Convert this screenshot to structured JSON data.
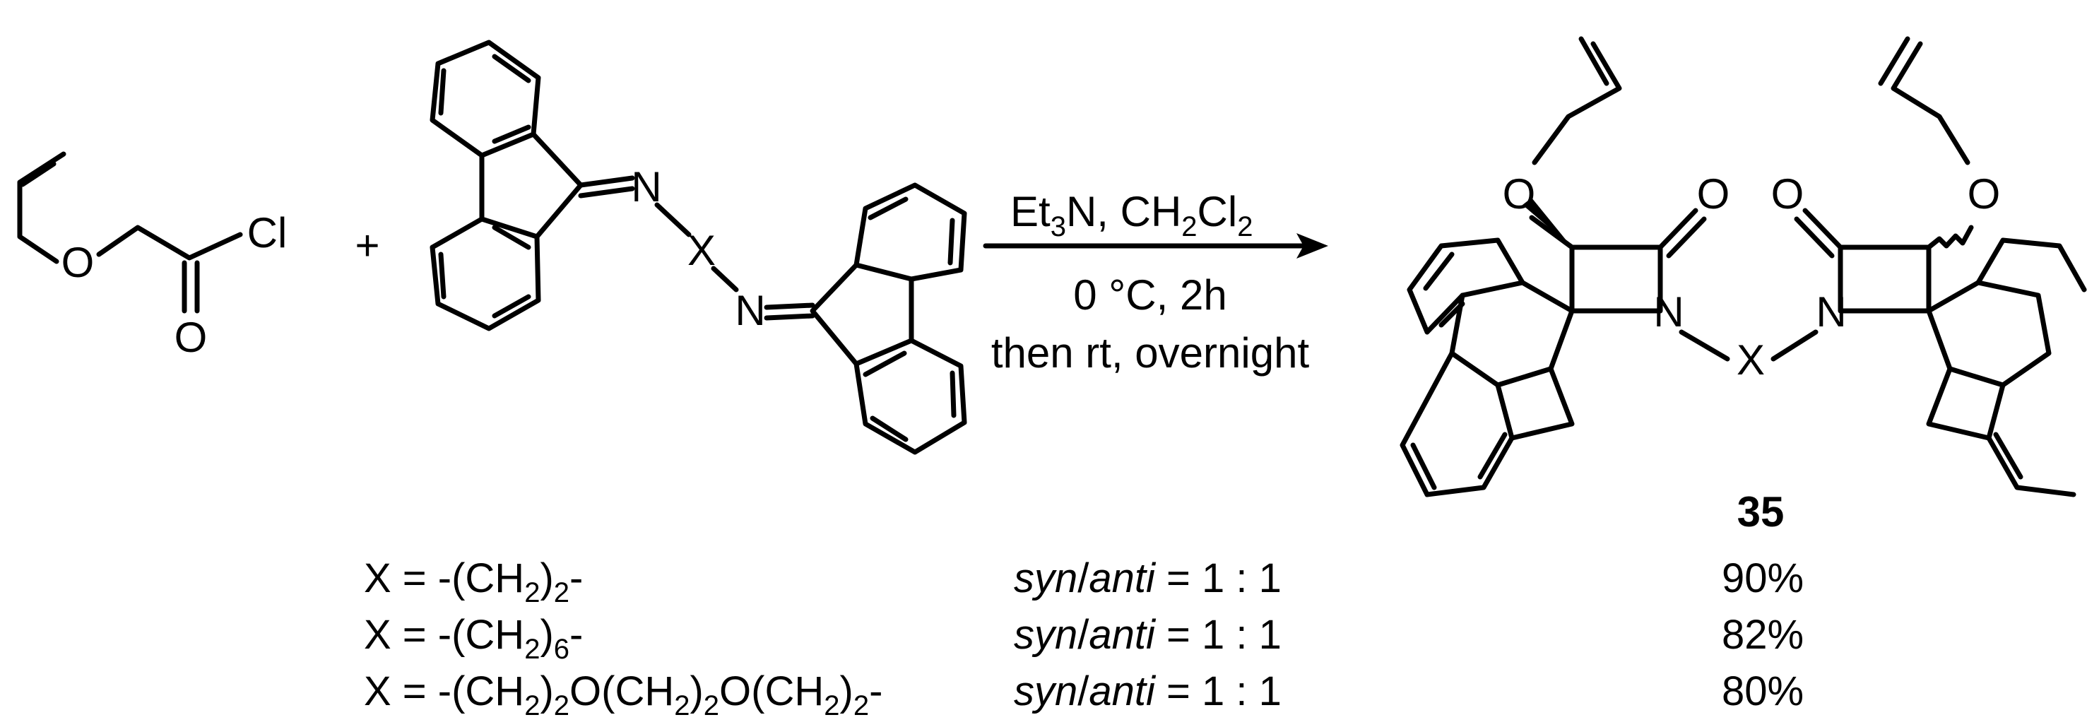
{
  "reactant1": {
    "atom_o": "O",
    "atom_o_carbonyl": "O",
    "atom_cl": "Cl"
  },
  "plus_sign": "+",
  "reactant2": {
    "atom_n1": "N",
    "atom_n2": "N",
    "atom_x": "X"
  },
  "conditions": {
    "reagent_et": "Et",
    "reagent_sub3": "3",
    "reagent_n_ch": "N, CH",
    "reagent_sub2a": "2",
    "reagent_cl": "Cl",
    "reagent_sub2b": "2",
    "temp_line": "0 °C, 2h",
    "then_line": "then rt, overnight"
  },
  "product": {
    "label": "35",
    "atom_o_left": "O",
    "atom_o_left_carbonyl": "O",
    "atom_n_left": "N",
    "atom_x": "X",
    "atom_n_right": "N",
    "atom_o_right_carbonyl": "O",
    "atom_o_right": "O"
  },
  "table_rows": [
    {
      "x_prefix": "X = -(CH",
      "s1": "2",
      "t1": ")",
      "s2": "2",
      "t2": "-",
      "s3": "",
      "t3": "",
      "s4": "",
      "t4": "",
      "s5": "",
      "t5": "",
      "ratio_syn": "syn",
      "ratio_slash": "/",
      "ratio_anti": "anti",
      "ratio_value": " = 1 : 1",
      "yield": "90%"
    },
    {
      "x_prefix": "X = -(CH",
      "s1": "2",
      "t1": ")",
      "s2": "6",
      "t2": "-",
      "s3": "",
      "t3": "",
      "s4": "",
      "t4": "",
      "s5": "",
      "t5": "",
      "ratio_syn": "syn",
      "ratio_slash": "/",
      "ratio_anti": "anti",
      "ratio_value": " = 1 : 1",
      "yield": "82%"
    },
    {
      "x_prefix": "X = -(CH",
      "s1": "2",
      "t1": ")",
      "s2": "2",
      "t2": "O(CH",
      "s3": "2",
      "t3": ")",
      "s4": "2",
      "t4": "O(CH",
      "s5": "2",
      "t5": ")",
      "s6": "2",
      "t6": "-",
      "ratio_syn": "syn",
      "ratio_slash": "/",
      "ratio_anti": "anti",
      "ratio_value": " = 1 : 1",
      "yield": "80%"
    }
  ]
}
